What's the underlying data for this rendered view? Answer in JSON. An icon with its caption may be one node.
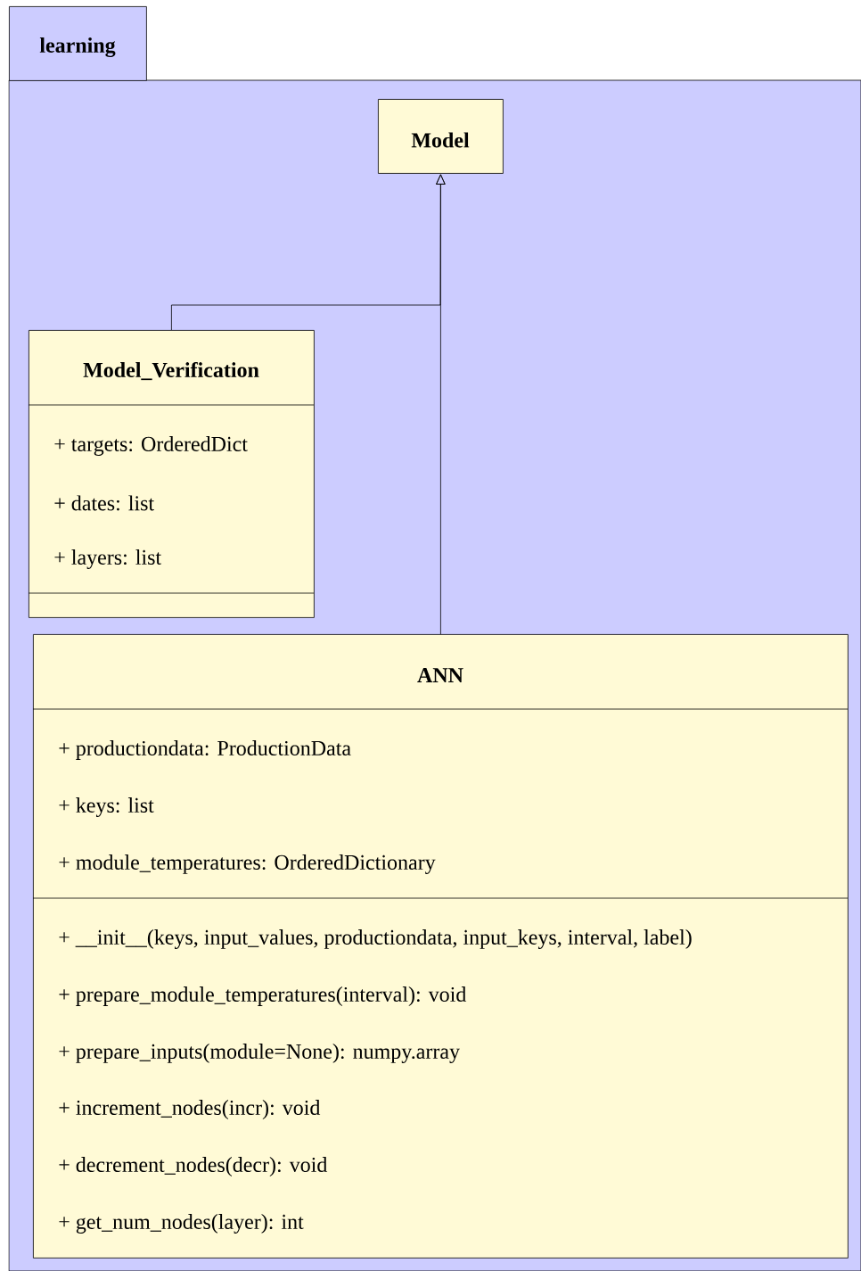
{
  "diagram": {
    "nodes": [
      {
        "text": [
          "learning"
        ]
      },
      {
        "text": [
          "Model"
        ],
        "in": 0
      },
      {
        "text": [
          "Model_Verification",
          "+ targets: OrderedDict",
          "+ dates: list",
          "+ layers: list"
        ],
        "in": 0
      },
      {
        "text": [
          "ANN",
          "+ productiondata: ProductionData",
          "+ keys: list",
          "+ module_temperatures: OrderedDictionary",
          "+ __init__(keys, input_values, productiondata, input_keys, interval, label)",
          "+ prepare_module_temperatures(interval): void",
          "+ prepare_inputs(module=None): numpy.array",
          "+ increment_nodes(incr): void",
          "+ decrement_nodes(decr): void",
          "+ get_num_nodes(layer): int"
        ],
        "in": 0
      }
    ],
    "edges": [
      {
        "from": 2,
        "to": 1,
        "arrow": "to"
      },
      {
        "from": 3,
        "to": 1,
        "arrow": "to"
      }
    ]
  }
}
